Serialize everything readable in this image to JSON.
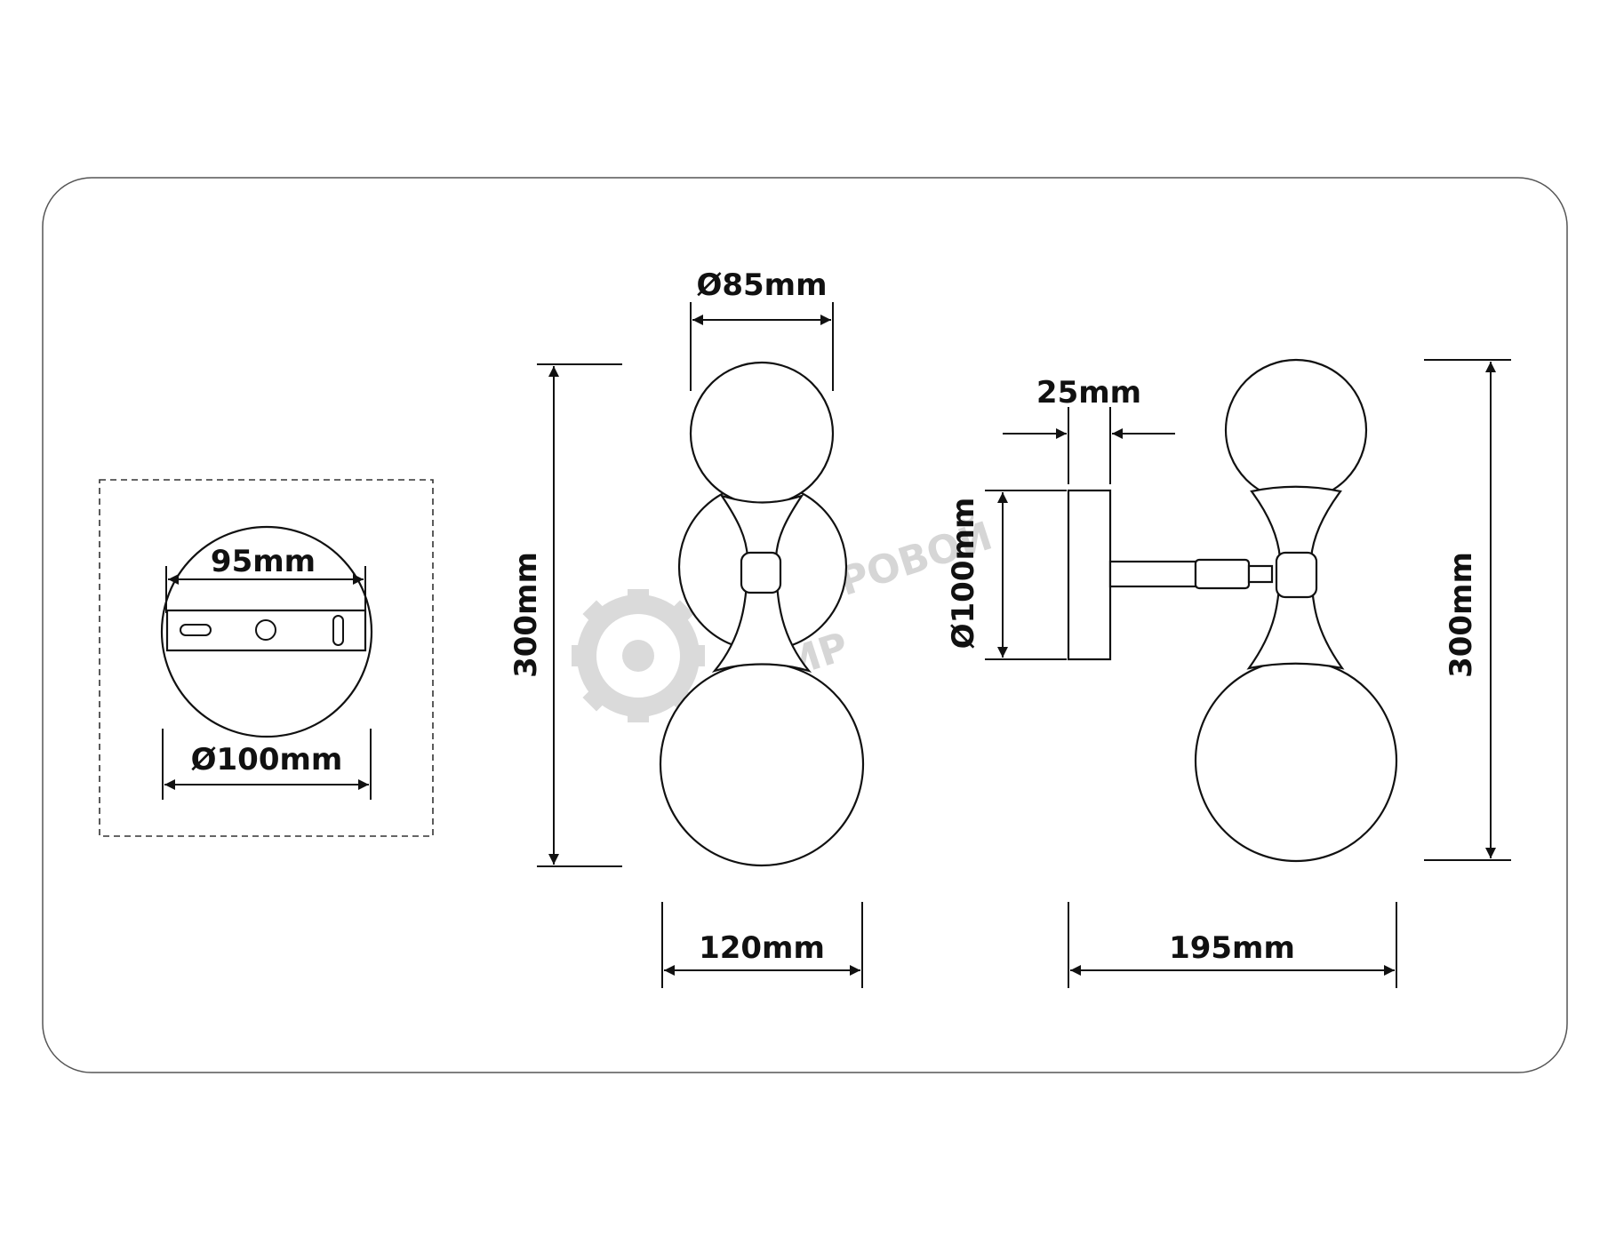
{
  "dimensions": {
    "plate_hole_spacing": "95mm",
    "plate_diameter": "Ø100mm",
    "shade_small_diameter": "Ø85mm",
    "front_height": "300mm",
    "front_width": "120mm",
    "base_depth": "25mm",
    "side_plate_diameter": "Ø100mm",
    "side_height": "300mm",
    "side_depth": "195mm"
  },
  "watermark": {
    "line1": "ЦИФРОВОЙ",
    "line2": "МИР"
  },
  "colors": {
    "line": "#111111",
    "background": "#ffffff",
    "watermark": "#d2d2d2"
  }
}
